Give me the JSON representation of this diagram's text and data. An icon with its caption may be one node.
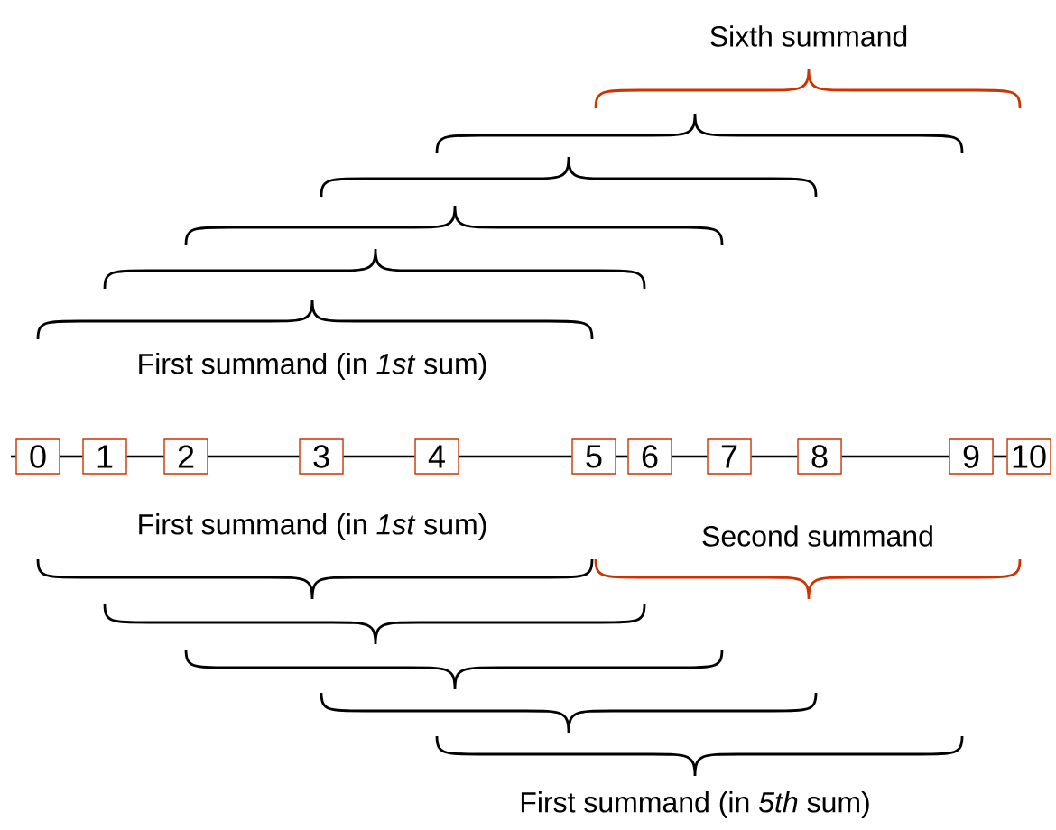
{
  "diagram": {
    "nodes": [
      {
        "text": [
          "0"
        ]
      },
      {
        "text": [
          "1"
        ]
      },
      {
        "text": [
          "2"
        ]
      },
      {
        "text": [
          "3"
        ]
      },
      {
        "text": [
          "4"
        ]
      },
      {
        "text": [
          "5"
        ]
      },
      {
        "text": [
          "6"
        ]
      },
      {
        "text": [
          "7"
        ]
      },
      {
        "text": [
          "8"
        ]
      },
      {
        "text": [
          "9"
        ]
      },
      {
        "text": [
          "10"
        ]
      }
    ],
    "edges": [
      {
        "from": 0,
        "to": 1,
        "arrow": "none"
      },
      {
        "from": 1,
        "to": 2,
        "arrow": "none"
      },
      {
        "from": 2,
        "to": 3,
        "arrow": "none"
      },
      {
        "from": 3,
        "to": 4,
        "arrow": "none"
      },
      {
        "from": 4,
        "to": 5,
        "arrow": "none"
      },
      {
        "from": 5,
        "to": 6,
        "arrow": "none"
      },
      {
        "from": 6,
        "to": 7,
        "arrow": "none"
      },
      {
        "from": 7,
        "to": 8,
        "arrow": "none"
      },
      {
        "from": 8,
        "to": 9,
        "arrow": "none"
      },
      {
        "from": 9,
        "to": 10,
        "arrow": "none"
      }
    ],
    "labels": [
      "Sixth summand",
      "First summand (in *1st* sum)",
      "First summand (in *1st* sum)",
      "Second summand",
      "First summand (in *5th* sum)"
    ]
  }
}
